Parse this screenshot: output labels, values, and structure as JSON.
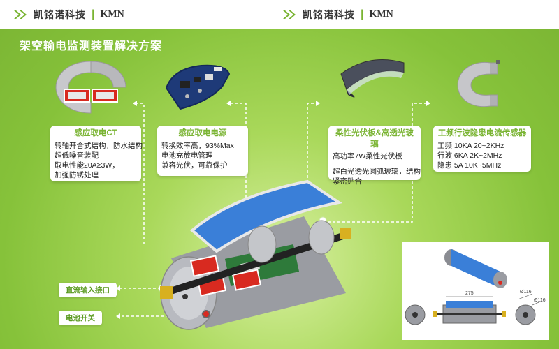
{
  "header": {
    "brand_left": {
      "cn": "凯铭诺科技",
      "en": "KMN"
    },
    "brand_right": {
      "cn": "凯铭诺科技",
      "en": "KMN"
    }
  },
  "page_title": "架空输电监测装置解决方案",
  "cards": {
    "ct": {
      "title": "感应取电CT",
      "lines": [
        "转轴开合式结构，防水结构",
        "超低噪音装配",
        "取电性能20A≥3W，",
        "加强防锈处理"
      ]
    },
    "power": {
      "title": "感应取电电源",
      "lines": [
        "转换效率高，93%Max",
        "电池充放电管理",
        "兼容光伏，可靠保护"
      ]
    },
    "solar": {
      "title": "柔性光伏板&高透光玻璃",
      "lines": [
        "高功率7W柔性光伏板"
      ],
      "lines2": [
        "超白光透光圆弧玻璃，结构",
        "紧密贴合"
      ]
    },
    "sensor": {
      "title": "工频行波隐患电流传感器",
      "lines": [
        "工频 10KA    20~2KHz",
        "行波   6KA    2K~2MHz",
        "隐患     5A    10K~5MHz"
      ]
    }
  },
  "labels": {
    "dc_input": "直流输入接口",
    "battery_switch": "电池开关"
  },
  "inset": {
    "dims": [
      "275",
      "Ø116",
      "Ø116"
    ]
  },
  "colors": {
    "green": "#7ab433",
    "panel_blue": "#3a7fd8",
    "ct_red": "#d82a20",
    "pcb_blue": "#1e3a78"
  }
}
